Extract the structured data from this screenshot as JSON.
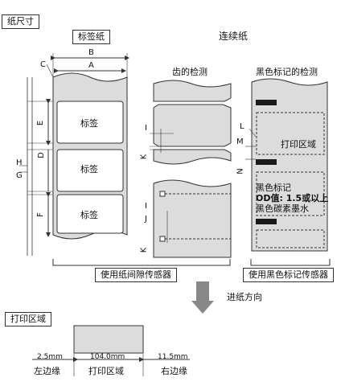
{
  "section_paper_size": "纸尺寸",
  "label_paper": "标签纸",
  "continuous_paper": "连续纸",
  "label_text": "标签",
  "tooth_detection": "齿的检测",
  "black_mark_detection": "黑色标记的检测",
  "print_area": "打印区域",
  "black_mark_note": {
    "line1": "黑色标记",
    "line2": "OD值: 1.5或以上",
    "line3": "黑色碳素墨水"
  },
  "sensor_gap": "使用纸间隙传感器",
  "sensor_black_mark": "使用黑色标记传感器",
  "feed_direction": "进纸方向",
  "section_print_area": "打印区域",
  "dims": {
    "left_margin_value": "2.5mm",
    "print_width_value": "104.0mm",
    "right_margin_value": "11.5mm",
    "left_margin_label": "左边缘",
    "print_area_label": "打印区域",
    "right_margin_label": "右边缘"
  },
  "letters": {
    "a": "A",
    "b": "B",
    "c": "C",
    "d": "D",
    "e": "E",
    "f": "F",
    "g": "G",
    "h": "H",
    "i": "I",
    "j": "J",
    "k": "K",
    "l": "L",
    "m": "M",
    "n": "N"
  },
  "colors": {
    "paper": "#dcdcdc",
    "label": "#ffffff",
    "mark": "#1a1a1a",
    "arrow": "#888888",
    "line": "#333333"
  }
}
